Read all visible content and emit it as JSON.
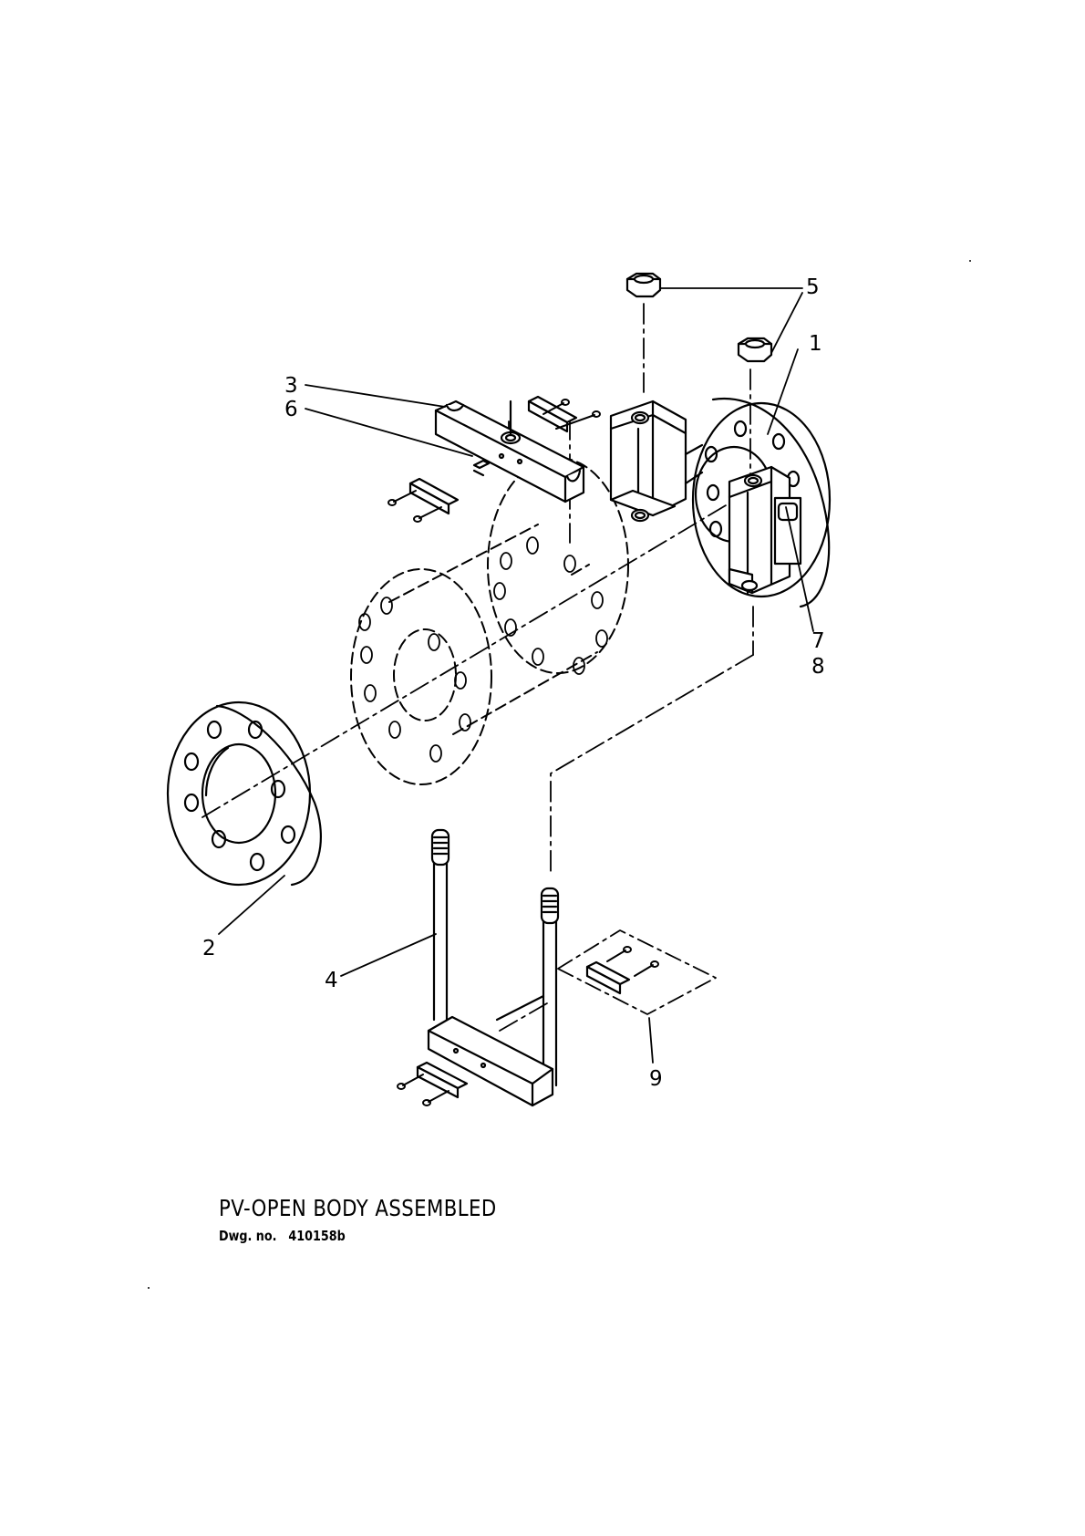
{
  "callouts": {
    "c1": "1",
    "c2": "2",
    "c3": "3",
    "c4": "4",
    "c5": "5",
    "c6": "6",
    "c7": "7",
    "c8": "8",
    "c9": "9"
  },
  "title_block": {
    "title": "PV-OPEN BODY ASSEMBLED",
    "dwg_label": "Dwg. no.",
    "dwg_number": "410158b"
  }
}
